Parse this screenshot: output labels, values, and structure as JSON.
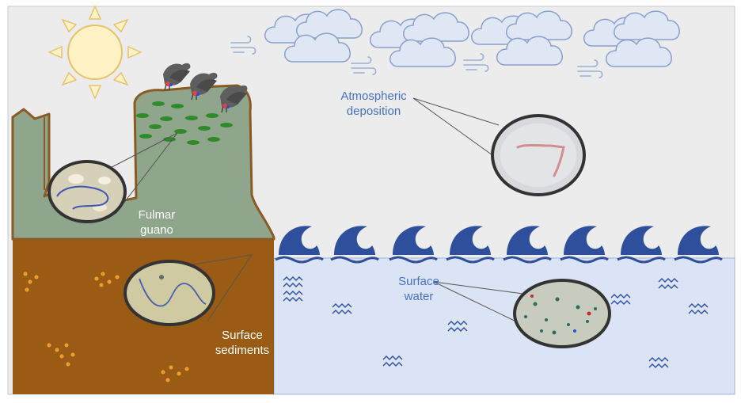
{
  "labels": {
    "atmospheric": [
      "Atmospheric",
      "deposition"
    ],
    "fulmar": [
      "Fulmar",
      "guano"
    ],
    "sediments": [
      "Surface",
      "sediments"
    ],
    "water": [
      "Surface",
      "water"
    ]
  },
  "icons": {
    "sun": "sun-icon",
    "cloud": "cloud-icon",
    "wind": "wind-icon",
    "bird": "fulmar-bird-icon",
    "wave": "wave-icon",
    "ripple": "ripple-icon"
  },
  "colors": {
    "sky": "#ececec",
    "cliff": "#8fa68c",
    "cliff_outline": "#8b5a22",
    "sediment": "#9a5b14",
    "sediment_dots": "#f0a02a",
    "sea": "#dbe4f5",
    "wave": "#2e4f9c",
    "guano_spots": "#2f8a2a",
    "label_blue": "#4472c4"
  }
}
